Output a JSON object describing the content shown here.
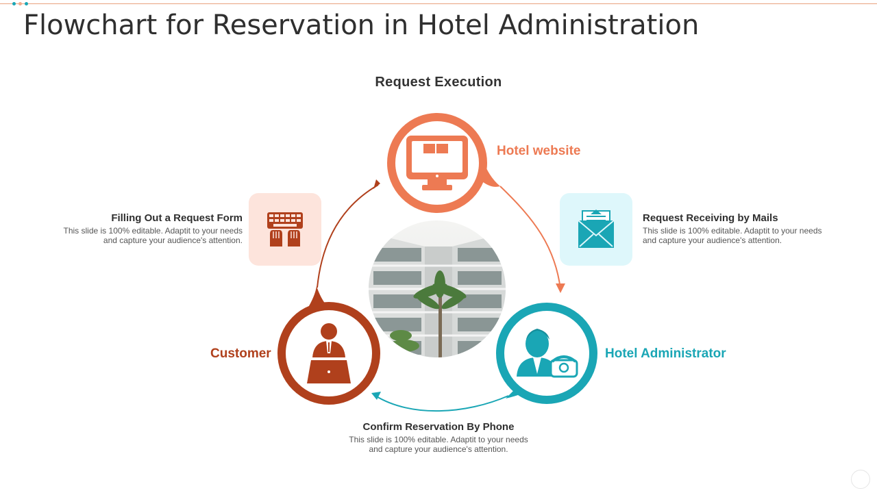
{
  "title": "Flowchart for Reservation in Hotel Administration",
  "subtitle": "Request Execution",
  "colors": {
    "orange": "#ed7a53",
    "rust": "#b0401c",
    "teal": "#1aa6b5",
    "peach_card": "#fde4dc",
    "cyan_card": "#def7fb"
  },
  "nodes": {
    "website": {
      "label": "Hotel website",
      "icon": "monitor-icon"
    },
    "administrator": {
      "label": "Hotel Administrator",
      "icon": "receptionist-phone-icon"
    },
    "customer": {
      "label": "Customer",
      "icon": "person-laptop-icon"
    }
  },
  "steps": {
    "form": {
      "title": "Filling Out a Request Form",
      "desc_line1": "This slide is 100% editable. Adaptit to your needs",
      "desc_line2": "and capture your audience's attention.",
      "icon": "keyboard-hands-icon"
    },
    "mails": {
      "title": "Request Receiving by Mails",
      "desc_line1": "This slide is 100% editable. Adaptit to your needs",
      "desc_line2": "and capture your audience's attention.",
      "icon": "mail-envelope-icon"
    },
    "phone": {
      "title": "Confirm Reservation  By Phone",
      "desc_line1": "This slide is 100% editable. Adaptit to your needs",
      "desc_line2": "and capture your audience's attention."
    }
  },
  "center_image": "hotel-courtyard-photo"
}
